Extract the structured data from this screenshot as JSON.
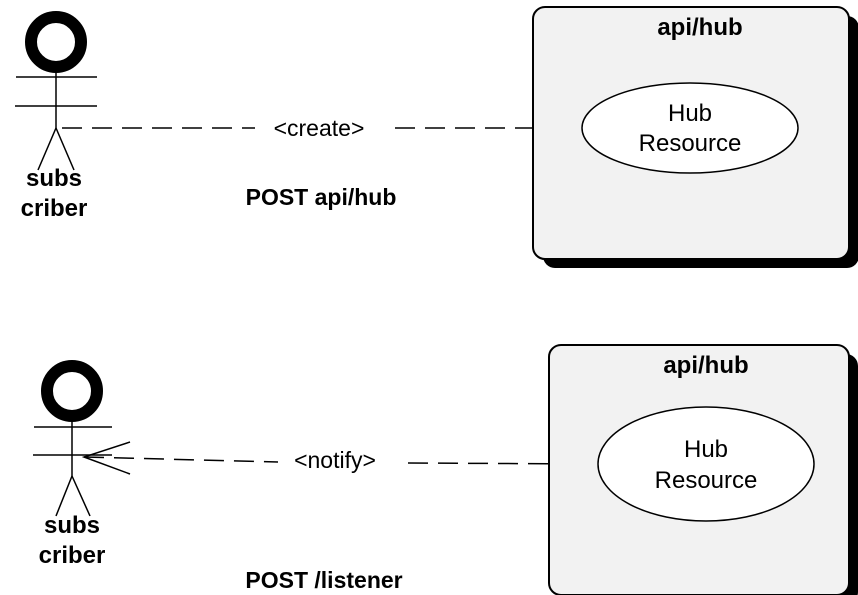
{
  "diagrams": [
    {
      "actor": {
        "label_line1": "subs",
        "label_line2": "criber"
      },
      "connector": {
        "stereotype": "<create>"
      },
      "request": "POST api/hub",
      "system": {
        "title": "api/hub"
      },
      "use_case": {
        "line1": "Hub",
        "line2": "Resource"
      }
    },
    {
      "actor": {
        "label_line1": "subs",
        "label_line2": "criber"
      },
      "connector": {
        "stereotype": "<notify>"
      },
      "request": "POST /listener",
      "system": {
        "title": "api/hub"
      },
      "use_case": {
        "line1": "Hub",
        "line2": "Resource"
      }
    }
  ]
}
